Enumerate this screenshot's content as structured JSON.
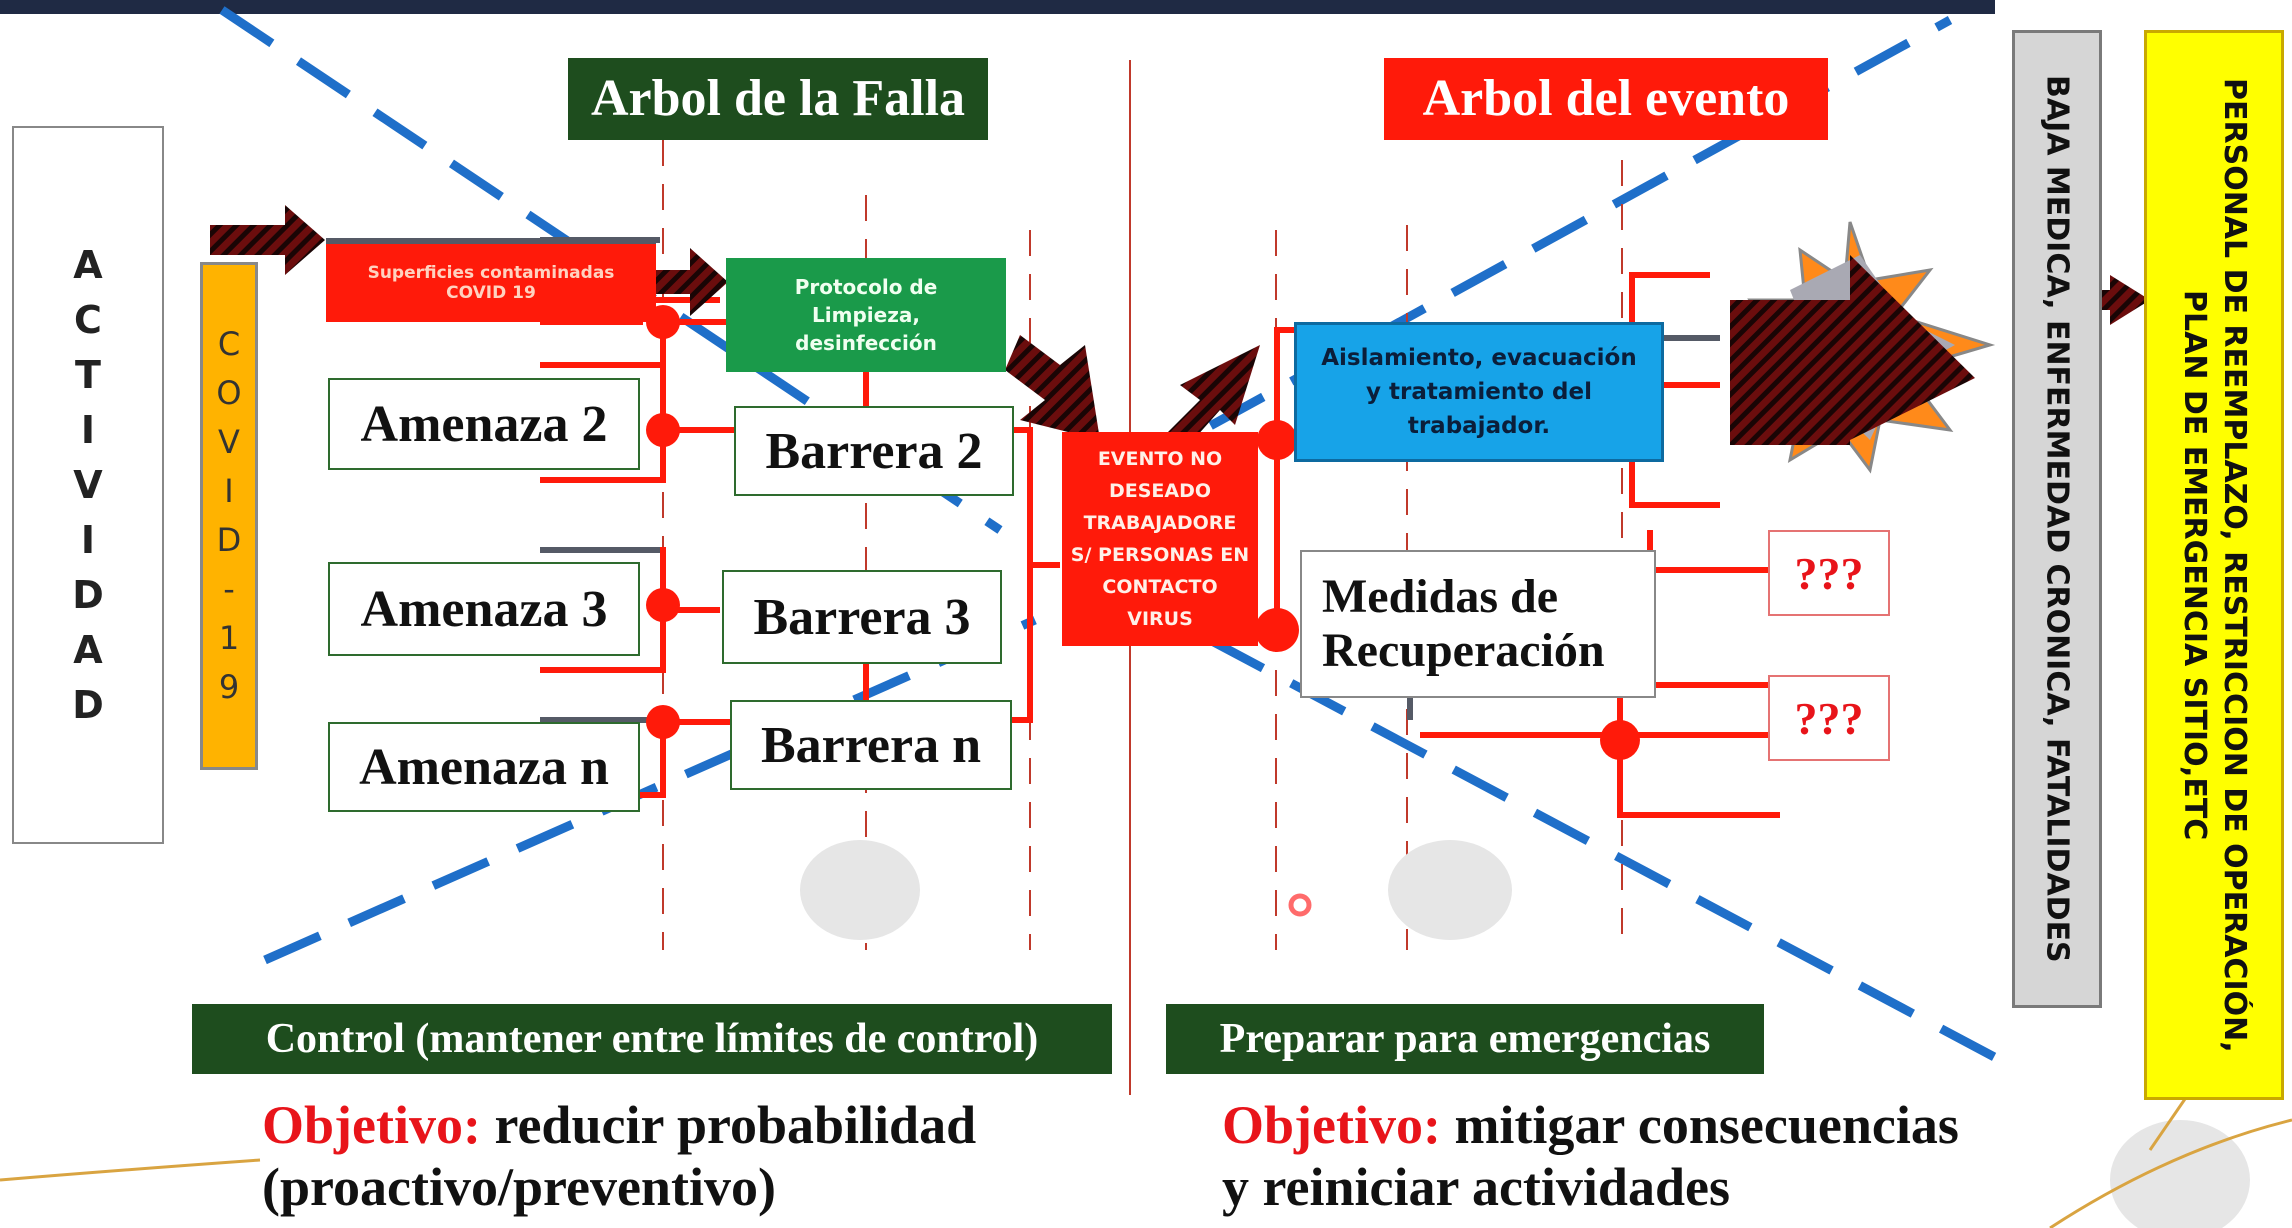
{
  "titles": {
    "fault_tree": "Arbol de la Falla",
    "event_tree": "Arbol del evento"
  },
  "activity_letters": [
    "A",
    "C",
    "T",
    "I",
    "V",
    "I",
    "D",
    "A",
    "D"
  ],
  "covid_letters": [
    "C",
    "O",
    "V",
    "I",
    "D",
    "-",
    "1",
    "9"
  ],
  "left_side": {
    "surface_box": "Superficies contaminadas COVID 19",
    "protocol_box": "Protocolo de Limpieza, desinfección",
    "threats": [
      "Amenaza 2",
      "Amenaza 3",
      "Amenaza n"
    ],
    "barriers": [
      "Barrera 2",
      "Barrera 3",
      "Barrera n"
    ]
  },
  "center_event": "EVENTO NO DESEADO TRABAJADORE S/ PERSONAS EN CONTACTO VIRUS",
  "right_side": {
    "isolation_box": "Aislamiento, evacuación y tratamiento del trabajador.",
    "recovery_box": "Medidas de Recuperación",
    "unknown_1": "???",
    "unknown_2": "???"
  },
  "vertical_gray": "BAJA MEDICA, ENFERMEDAD CRONICA, FATALIDADES",
  "vertical_yellow": "PERSONAL DE REEMPLAZO, RESTRICCION DE OPERACIÓN, PLAN DE EMERGENCIA SITIO,ETC",
  "bottom": {
    "control_label": "Control (mantener entre límites de control)",
    "prepare_label": "Preparar para emergencias",
    "objective_word": "Objetivo:",
    "left_objective_line1": " reducir probabilidad",
    "left_objective_line2": "(proactivo/preventivo)",
    "right_objective_line1": " mitigar consecuencias",
    "right_objective_line2": "y reiniciar actividades"
  },
  "colors": {
    "dark_green": "#1e4d1e",
    "red": "#ff1a0a",
    "green_box": "#1a9a4a",
    "blue_box": "#17a3e8",
    "orange": "#ffb300",
    "yellow": "#ffff00",
    "dashed_blue": "#1f6fc9"
  }
}
